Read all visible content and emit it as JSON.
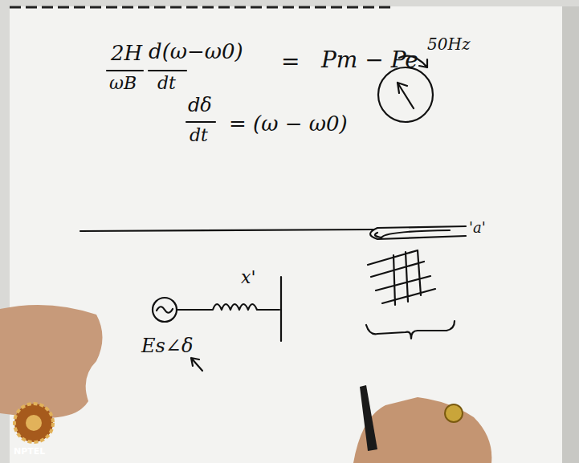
{
  "diagram": {
    "labels": [
      "2H",
      "ωB",
      "d(ω−ω0)",
      "dt",
      "=",
      "Pm − Pe",
      "dδ",
      "dt",
      "= (ω − ω0)",
      "50Hz",
      "'a'",
      "x'",
      "Es∠δ",
      "NPTEL"
    ]
  }
}
